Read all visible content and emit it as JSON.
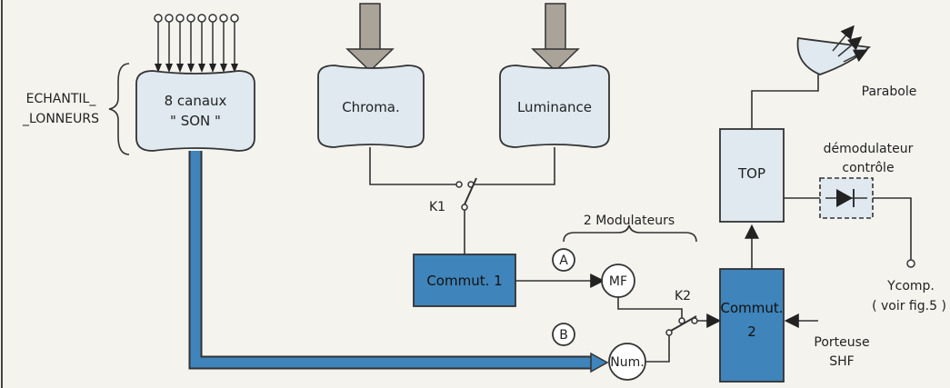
{
  "labels": {
    "echantil_line1": "ECHANTIL_",
    "echantil_line2": "_LONNEURS",
    "son_line1": "8 canaux",
    "son_line2": "\" SON \"",
    "chroma": "Chroma.",
    "luminance": "Luminance",
    "k1": "K1",
    "k2": "K2",
    "modulateurs": "2 Modulateurs",
    "a": "A",
    "b": "B",
    "mf": "MF",
    "num": "Num.",
    "commut1": "Commut. 1",
    "commut2_line1": "Commut.",
    "commut2_line2": "2",
    "top": "TOP",
    "parabole": "Parabole",
    "demod_line1": "démodulateur",
    "demod_line2": "contrôle",
    "ycomp_line1": "Ycomp.",
    "ycomp_line2": "( voir fig.5 )",
    "porteuse_line1": "Porteuse",
    "porteuse_line2": "SHF"
  },
  "colors": {
    "block_blue": "#3f84ba",
    "block_light": "#dfe9ef",
    "input_arrow": "#a9a39a",
    "background": "#f4f3ee"
  }
}
